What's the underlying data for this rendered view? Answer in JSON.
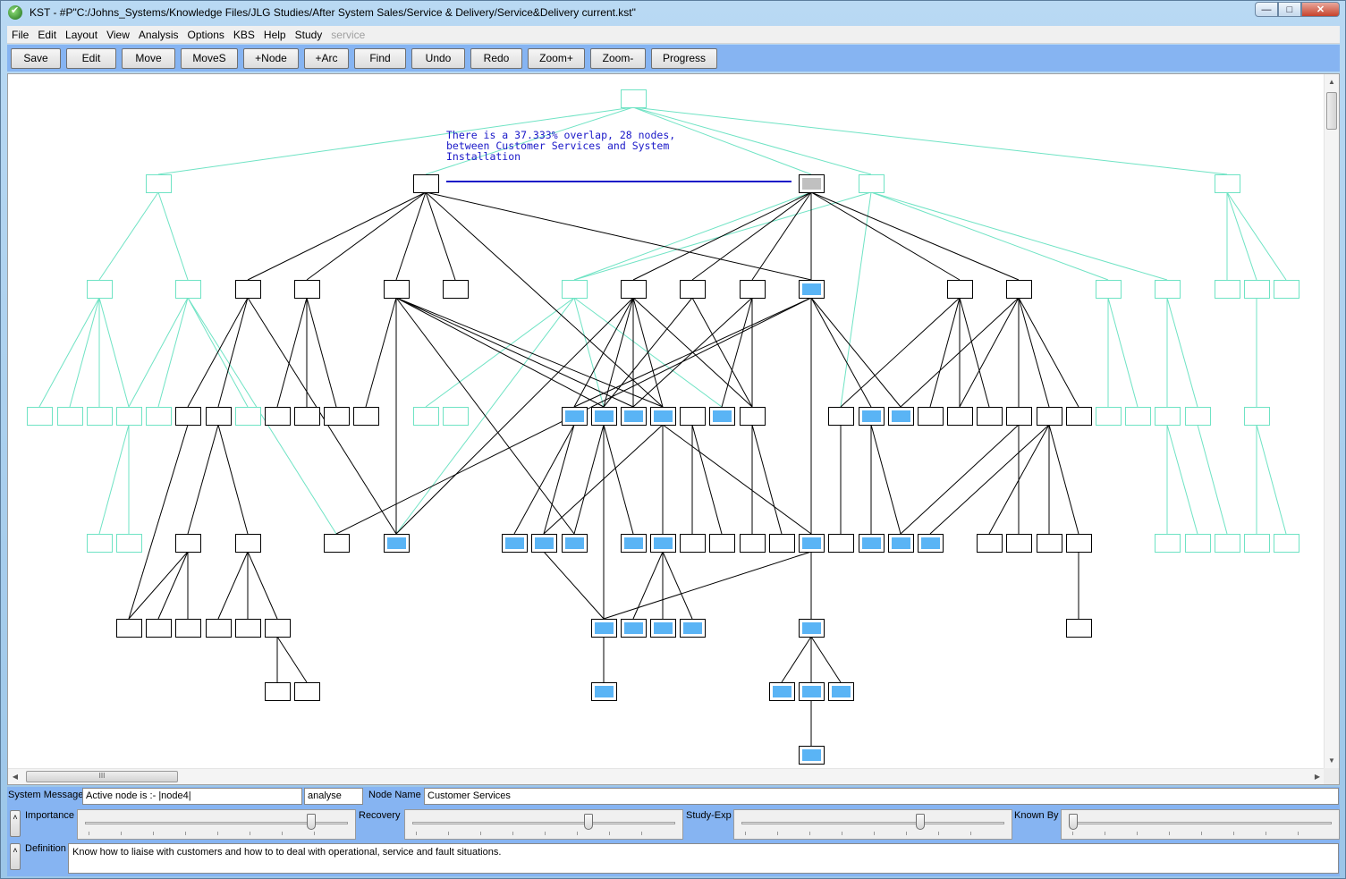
{
  "window": {
    "title": "KST - #P\"C:/Johns_Systems/Knowledge Files/JLG Studies/After System Sales/Service & Delivery/Service&Delivery current.kst\"",
    "controls": [
      "minimize-icon",
      "maximize-icon",
      "close-icon"
    ]
  },
  "menu": [
    {
      "label": "File",
      "disabled": false
    },
    {
      "label": "Edit",
      "disabled": false
    },
    {
      "label": "Layout",
      "disabled": false
    },
    {
      "label": "View",
      "disabled": false
    },
    {
      "label": "Analysis",
      "disabled": false
    },
    {
      "label": "Options",
      "disabled": false
    },
    {
      "label": "KBS",
      "disabled": false
    },
    {
      "label": "Help",
      "disabled": false
    },
    {
      "label": "Study",
      "disabled": false
    },
    {
      "label": "service",
      "disabled": true
    }
  ],
  "toolbar": [
    "Save",
    "Edit",
    "Move",
    "MoveS",
    "+Node",
    "+Arc",
    "Find",
    "Undo",
    "Redo",
    "Zoom+",
    "Zoom-",
    "Progress"
  ],
  "graph": {
    "overlap_note": "There is a 37.333% overlap, 28 nodes, between Customer Services and System Installation",
    "colors": {
      "primary": "#000000",
      "secondary": "#6fe3c4",
      "highlight": "#5ab4f5",
      "active": "#c0c0c0",
      "note": "#1a18c8"
    }
  },
  "status": {
    "system_message_label": "System Message",
    "system_message": "Active node is :- |node4|",
    "mode": "analyse",
    "node_name_label": "Node Name",
    "node_name": "Customer Services",
    "sliders": [
      {
        "label": "Importance",
        "value": 0.88
      },
      {
        "label": "Recovery",
        "value": 0.68
      },
      {
        "label": "Study-Exp",
        "value": 0.69
      },
      {
        "label": "Known By",
        "value": 0.0
      }
    ],
    "definition_label": "Definition",
    "definition": "Know how to liaise with customers and how to to deal with operational, service and fault situations."
  }
}
